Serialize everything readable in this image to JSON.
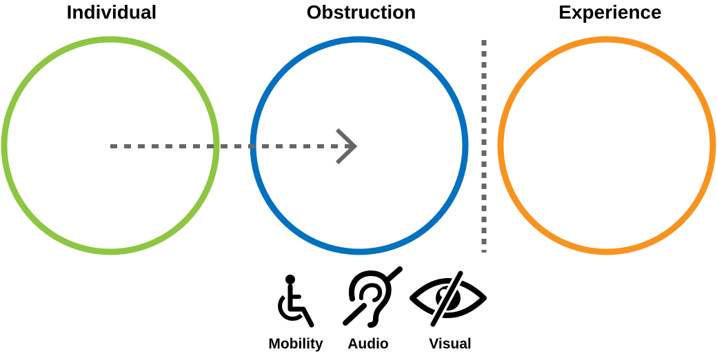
{
  "headings": {
    "individual": "Individual",
    "obstruction": "Obstruction",
    "experience": "Experience"
  },
  "icons": [
    {
      "name": "wheelchair-icon",
      "label": "Mobility"
    },
    {
      "name": "ear-crossed-icon",
      "label": "Audio"
    },
    {
      "name": "eye-crossed-icon",
      "label": "Visual"
    }
  ],
  "colors": {
    "individual": "#8dc641",
    "obstruction": "#0070c0",
    "experience": "#f7931e",
    "connector": "#666666",
    "divider": "#666666",
    "icon": "#000000"
  }
}
